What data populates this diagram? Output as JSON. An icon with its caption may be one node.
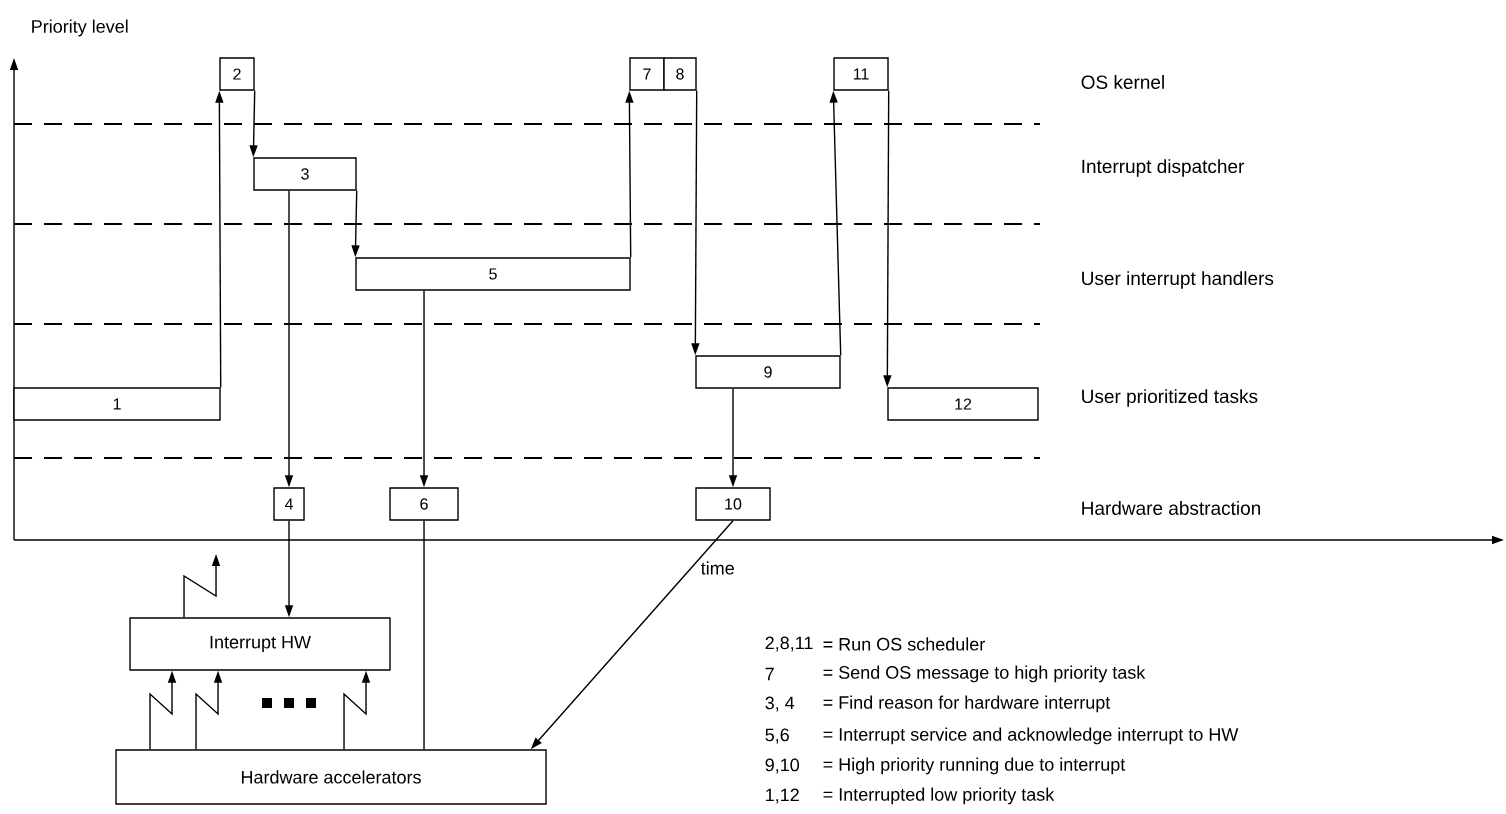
{
  "diagram": {
    "nodes": [
      {
        "text": [
          "1"
        ]
      },
      {
        "text": [
          "2"
        ]
      },
      {
        "text": [
          "3"
        ]
      },
      {
        "text": [
          "4"
        ]
      },
      {
        "text": [
          "5"
        ]
      },
      {
        "text": [
          "6"
        ]
      },
      {
        "text": [
          "7"
        ]
      },
      {
        "text": [
          "8"
        ]
      },
      {
        "text": [
          "9"
        ]
      },
      {
        "text": [
          "10"
        ]
      },
      {
        "text": [
          "11"
        ]
      },
      {
        "text": [
          "12"
        ]
      },
      {
        "text": [
          "Interrupt HW"
        ]
      },
      {
        "text": [
          "Hardware accelerators"
        ]
      }
    ],
    "edges": [
      {
        "from": 0,
        "to": 1,
        "arrow": "to"
      },
      {
        "from": 1,
        "to": 2,
        "arrow": "to"
      },
      {
        "from": 2,
        "to": 3,
        "arrow": "to"
      },
      {
        "from": 2,
        "to": 4,
        "arrow": "to"
      },
      {
        "from": 4,
        "to": 5,
        "arrow": "to"
      },
      {
        "from": 4,
        "to": 6,
        "arrow": "to"
      },
      {
        "from": 7,
        "to": 8,
        "arrow": "to"
      },
      {
        "from": 8,
        "to": 9,
        "arrow": "to"
      },
      {
        "from": 8,
        "to": 10,
        "arrow": "to"
      },
      {
        "from": 10,
        "to": 11,
        "arrow": "to"
      },
      {
        "from": 3,
        "to": 12,
        "arrow": "to"
      },
      {
        "from": 5,
        "to": 13,
        "arrow": "none"
      },
      {
        "from": 9,
        "to": 13,
        "arrow": "to"
      },
      {
        "from": 13,
        "to": 12,
        "arrow": "to"
      },
      {
        "from": 13,
        "to": 12,
        "arrow": "to"
      },
      {
        "from": 13,
        "to": 12,
        "arrow": "to"
      },
      {
        "from": 12,
        "to": null,
        "arrow": "to"
      }
    ],
    "labels": [
      "Priority level",
      "OS kernel",
      "Interrupt dispatcher",
      "User interrupt handlers",
      "User prioritized tasks",
      "Hardware abstraction",
      "time",
      "2,8,11",
      "= Run OS scheduler",
      "7",
      "= Send OS message to high priority task",
      "3, 4",
      "= Find reason for hardware interrupt",
      "5,6",
      "= Interrupt service and acknowledge interrupt to HW",
      "9,10",
      "= High priority running due to interrupt",
      "1,12",
      "= Interrupted low priority task"
    ]
  }
}
